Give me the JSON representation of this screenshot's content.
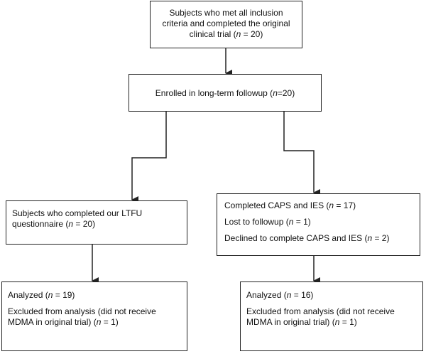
{
  "nodes": {
    "top": {
      "line1": "Subjects who met all inclusion",
      "line2": "criteria and completed the original",
      "line3_prefix": "clinical trial (",
      "n": "n",
      "line3_suffix": " = 20)"
    },
    "enroll": {
      "prefix": "Enrolled in long-term followup (",
      "n": "n",
      "suffix": "=20)"
    },
    "left": {
      "line1": "Subjects who completed our LTFU",
      "line2_prefix": "questionnaire (",
      "n": "n",
      "line2_suffix": " = 20)"
    },
    "right": {
      "l1_prefix": "Completed CAPS and IES (",
      "l1_suffix": " = 17)",
      "l2_prefix": "Lost to followup (",
      "l2_suffix": " = 1)",
      "l3_prefix": "Declined to complete CAPS and IES (",
      "l3_suffix": " = 2)",
      "n": "n"
    },
    "left_bottom": {
      "analyzed_prefix": "Analyzed  (",
      "analyzed_suffix": " = 19)",
      "excluded_line1": "Excluded from analysis (did not receive",
      "excluded_line2_prefix": "MDMA in original trial) (",
      "excluded_line2_suffix": " = 1)",
      "n": "n"
    },
    "right_bottom": {
      "analyzed_prefix": "Analyzed  (",
      "analyzed_suffix": " = 16)",
      "excluded_line1": "Excluded from analysis (did not receive",
      "excluded_line2_prefix": "MDMA in original trial) (",
      "excluded_line2_suffix": " = 1)",
      "n": "n"
    }
  },
  "colors": {
    "line": "#222222",
    "text": "#111111",
    "background": "#ffffff"
  }
}
